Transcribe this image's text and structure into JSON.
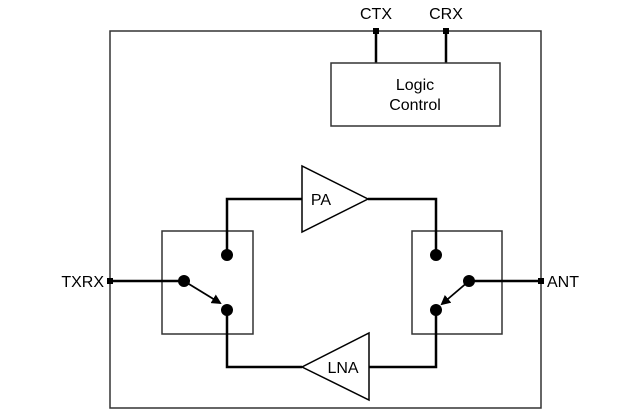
{
  "diagram": {
    "type": "block-diagram",
    "title": "",
    "pins": {
      "ctx": "CTX",
      "crx": "CRX",
      "txrx": "TXRX",
      "ant": "ANT"
    },
    "blocks": {
      "logic_line1": "Logic",
      "logic_line2": "Control",
      "pa": "PA",
      "lna": "LNA"
    },
    "switches": [
      {
        "name": "left-switch",
        "common": "TXRX",
        "throws": [
          "PA",
          "LNA"
        ],
        "selected": "LNA"
      },
      {
        "name": "right-switch",
        "common": "ANT",
        "throws": [
          "PA",
          "LNA"
        ],
        "selected": "LNA"
      }
    ],
    "colors": {
      "line": "#000000",
      "box": "#333333",
      "background": "#ffffff"
    }
  }
}
